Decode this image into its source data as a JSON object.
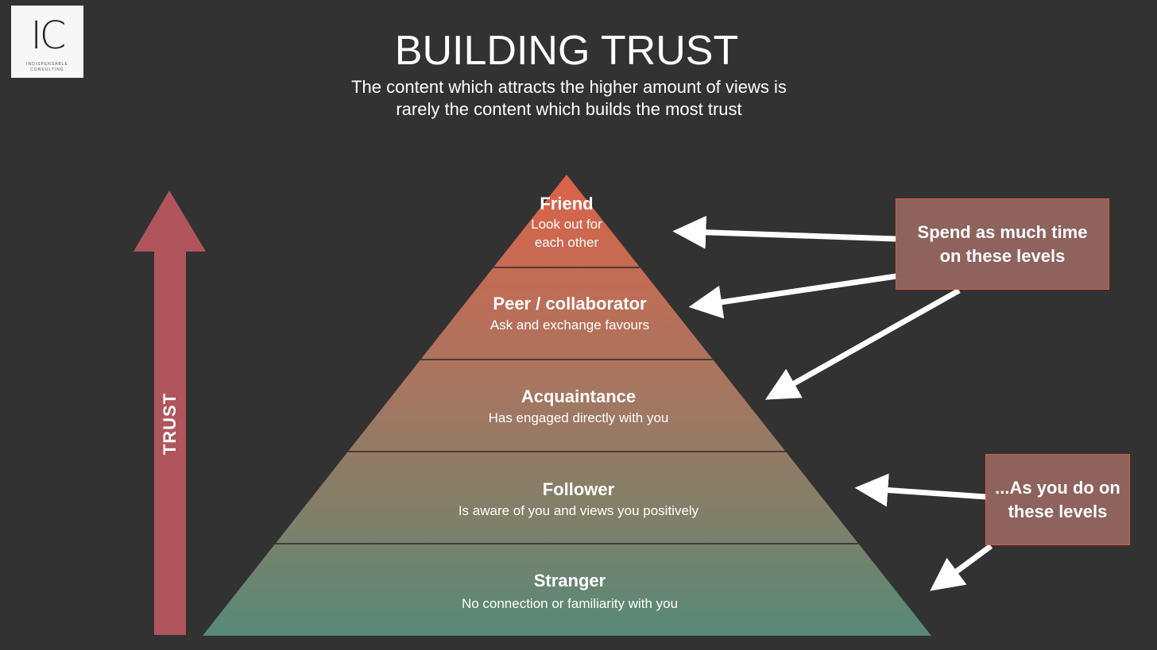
{
  "logo": {
    "mark": "IC",
    "line1": "INDISPENSABLE",
    "line2": "CONSULTING"
  },
  "title": "BUILDING TRUST",
  "subtitle": {
    "line1": "The content which attracts the higher amount of views is",
    "line2": "rarely the content which builds the most trust"
  },
  "axis_label": "TRUST",
  "levels": [
    {
      "name": "Friend",
      "desc_line1": "Look out for",
      "desc_line2": "each other"
    },
    {
      "name": "Peer / collaborator",
      "desc_line1": "Ask and exchange favours"
    },
    {
      "name": "Acquaintance",
      "desc_line1": "Has engaged directly with you"
    },
    {
      "name": "Follower",
      "desc_line1": "Is aware of you and views you positively"
    },
    {
      "name": "Stranger",
      "desc_line1": "No connection or familiarity with you"
    }
  ],
  "callouts": {
    "top": {
      "line1": "Spend as much time",
      "line2": "on these levels"
    },
    "bottom": {
      "line1": "...As you do on",
      "line2": "these levels"
    }
  },
  "colors": {
    "background": "#323232",
    "pyramid_top": "#d9634a",
    "pyramid_bottom": "#5a8a78",
    "trust_arrow": "#b0555c",
    "callout_fill": "#8e625d",
    "callout_border": "#e15b3f"
  }
}
